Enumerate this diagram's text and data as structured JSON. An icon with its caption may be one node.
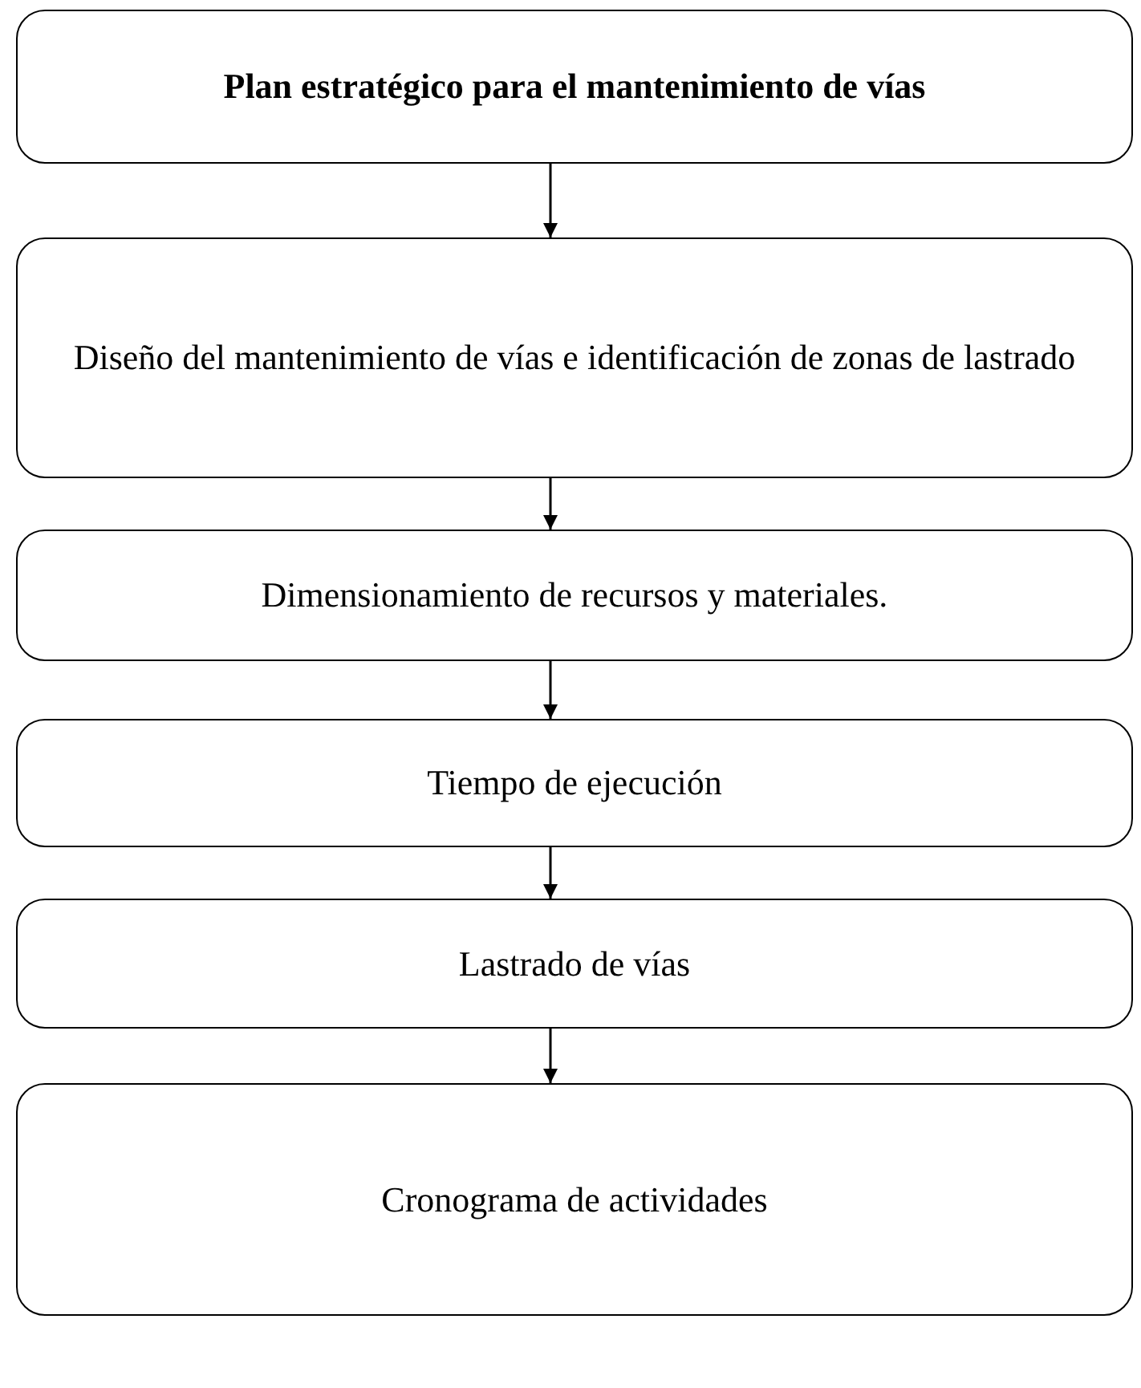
{
  "diagram": {
    "nodes": [
      {
        "text": [
          "Plan estratégico para el mantenimiento de vías"
        ]
      },
      {
        "text": [
          "Diseño del mantenimiento de vías e identificación de zonas de lastrado"
        ]
      },
      {
        "text": [
          "Dimensionamiento de recursos y materiales."
        ]
      },
      {
        "text": [
          "Tiempo de ejecución"
        ]
      },
      {
        "text": [
          "Lastrado de vías"
        ]
      },
      {
        "text": [
          "Cronograma de actividades"
        ]
      }
    ],
    "edges": [
      {
        "from": 0,
        "to": 1,
        "arrow": "to"
      },
      {
        "from": 1,
        "to": 2,
        "arrow": "to"
      },
      {
        "from": 2,
        "to": 3,
        "arrow": "to"
      },
      {
        "from": 3,
        "to": 4,
        "arrow": "to"
      },
      {
        "from": 4,
        "to": 5,
        "arrow": "to"
      }
    ]
  }
}
